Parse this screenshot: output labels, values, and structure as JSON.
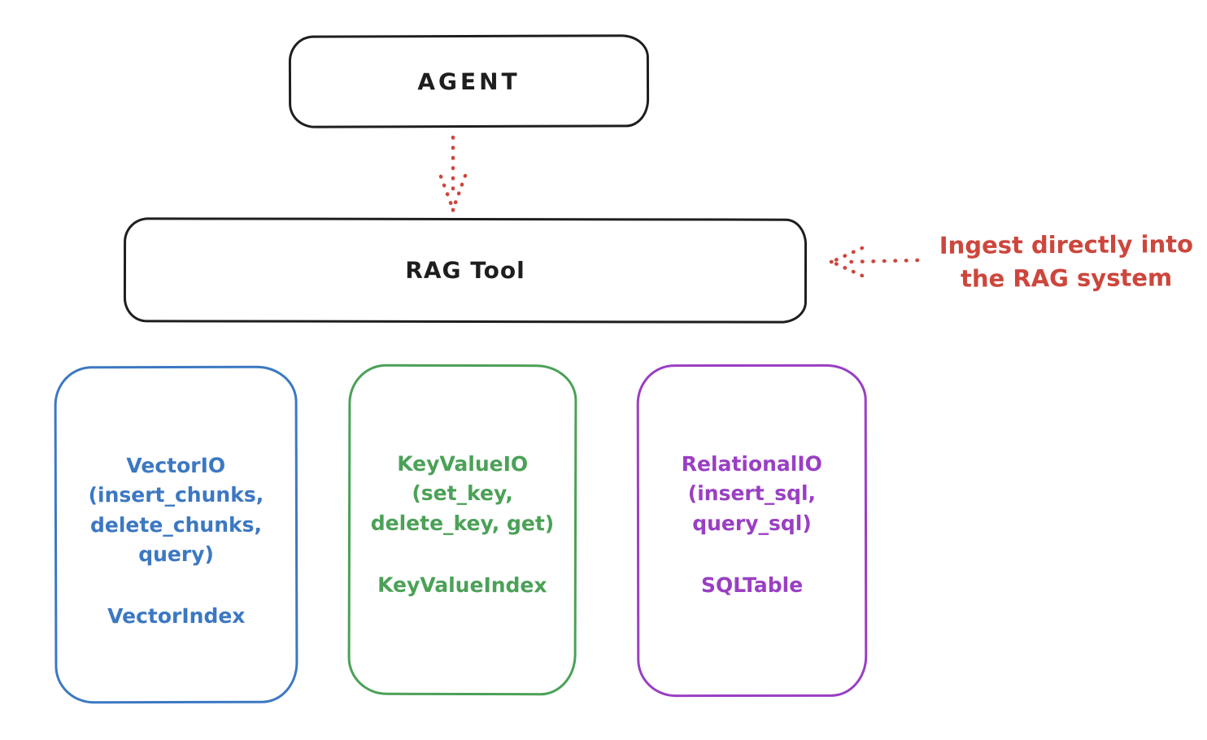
{
  "colors": {
    "background": "#ffffff",
    "ink": "#1e1e1e",
    "red": "#cd463c",
    "blue": "#3c78c2",
    "green": "#4ba157",
    "purple": "#9a3fc3"
  },
  "agent_box": {
    "label": "AGENT"
  },
  "rag_box": {
    "label": "RAG Tool"
  },
  "annotation": {
    "text": "Ingest directly into\nthe RAG system"
  },
  "arrows": {
    "agent_to_rag": "dotted-down-arrow",
    "ingest": "dotted-left-arrow"
  },
  "io_boxes": {
    "vector": {
      "body": "VectorIO\n(insert_chunks,\ndelete_chunks,\nquery)",
      "footer": "VectorIndex"
    },
    "keyvalue": {
      "body": "KeyValueIO\n(set_key,\ndelete_key, get)",
      "footer": "KeyValueIndex"
    },
    "relational": {
      "body": "RelationalIO\n(insert_sql,\nquery_sql)",
      "footer": "SQLTable"
    }
  }
}
